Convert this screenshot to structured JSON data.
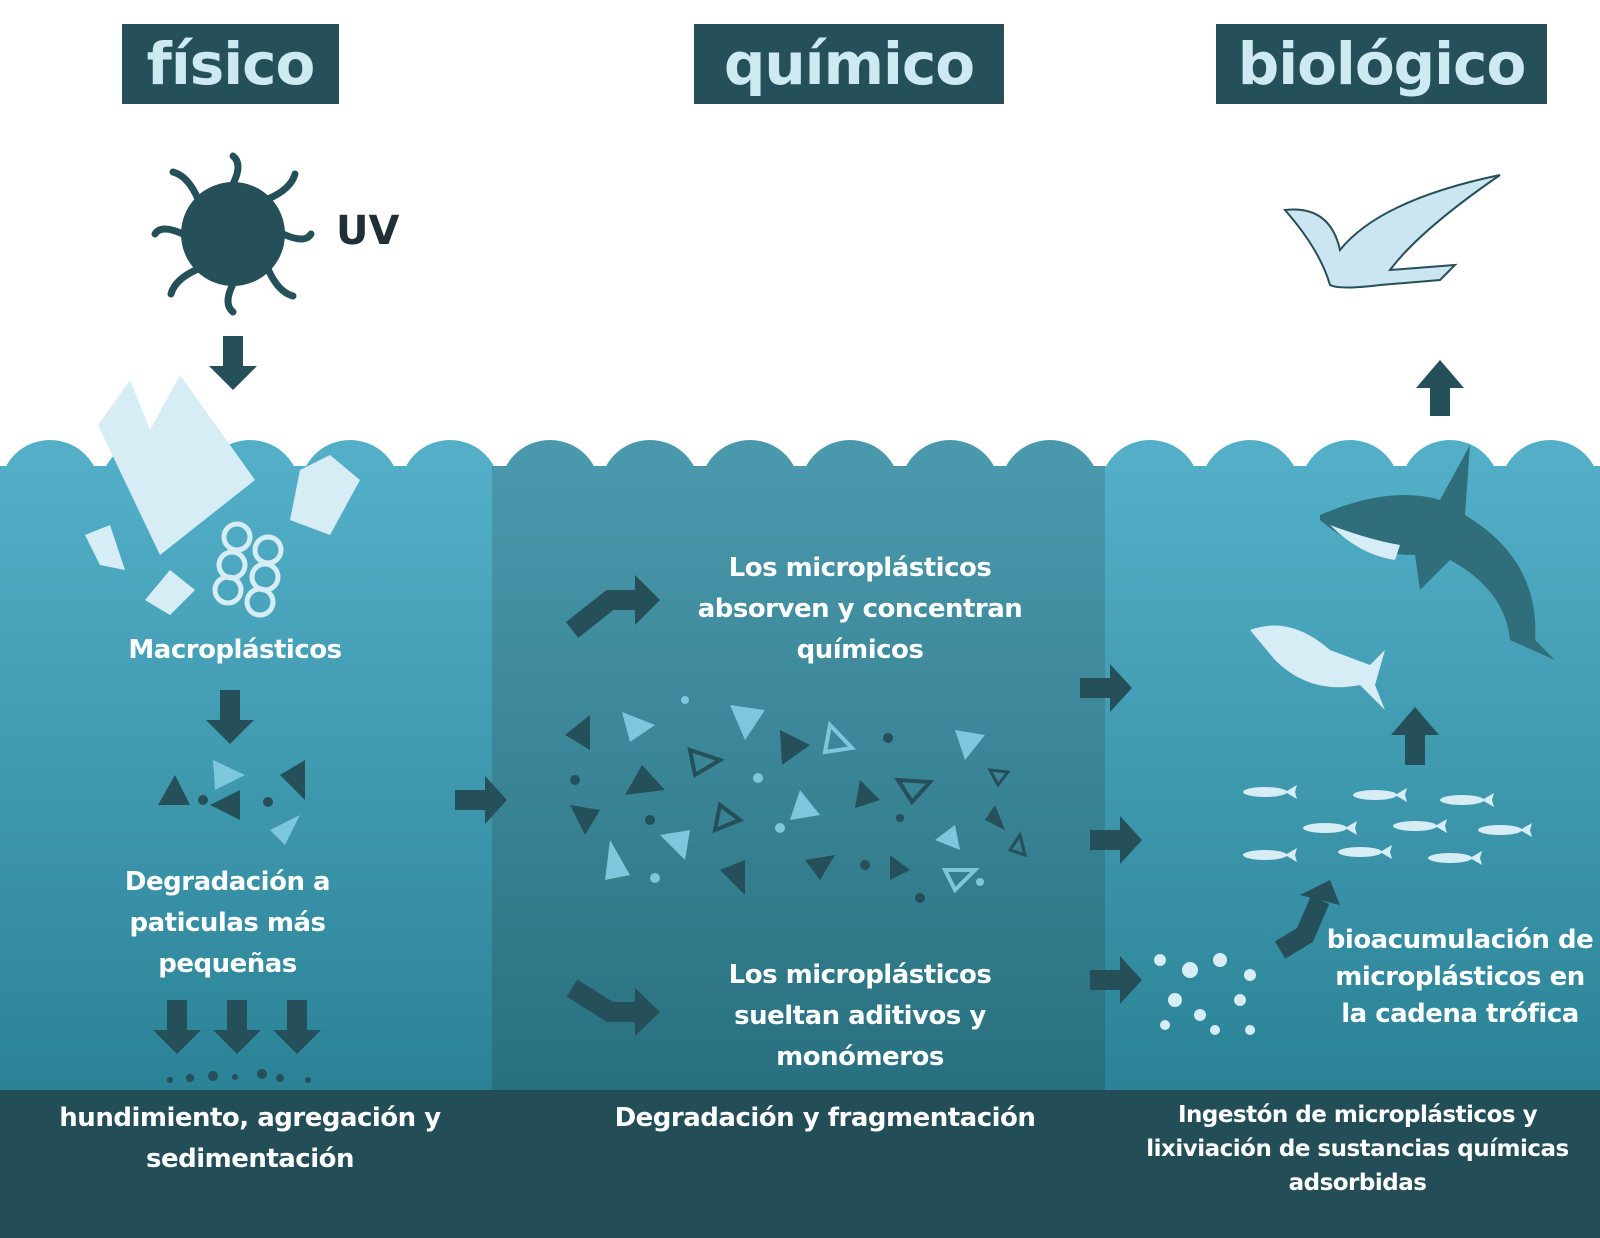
{
  "headers": {
    "physical": "físico",
    "chemical": "químico",
    "biological": "biológico"
  },
  "labels": {
    "uv": "UV",
    "macroplastics": "Macroplásticos",
    "degradation": "Degradación a paticulas más pequeñas",
    "absorb": "Los microplásticos absorven y concentran químicos",
    "release": "Los microplásticos sueltan aditivos y monómeros",
    "bioaccumulation": "bioacumulación de microplásticos en la cadena trófica"
  },
  "footer": {
    "physical": "hundimiento, agregación y sedimentación",
    "chemical": "Degradación y fragmentación",
    "biological": "Ingestón de microplásticos y lixiviación de sustancias químicas adsorbidas"
  },
  "colors": {
    "header": "#254f59",
    "water_side": "#52afc7",
    "water_mid": "#4a98ac",
    "bottom": "#234d57",
    "light": "#d6edf5"
  }
}
